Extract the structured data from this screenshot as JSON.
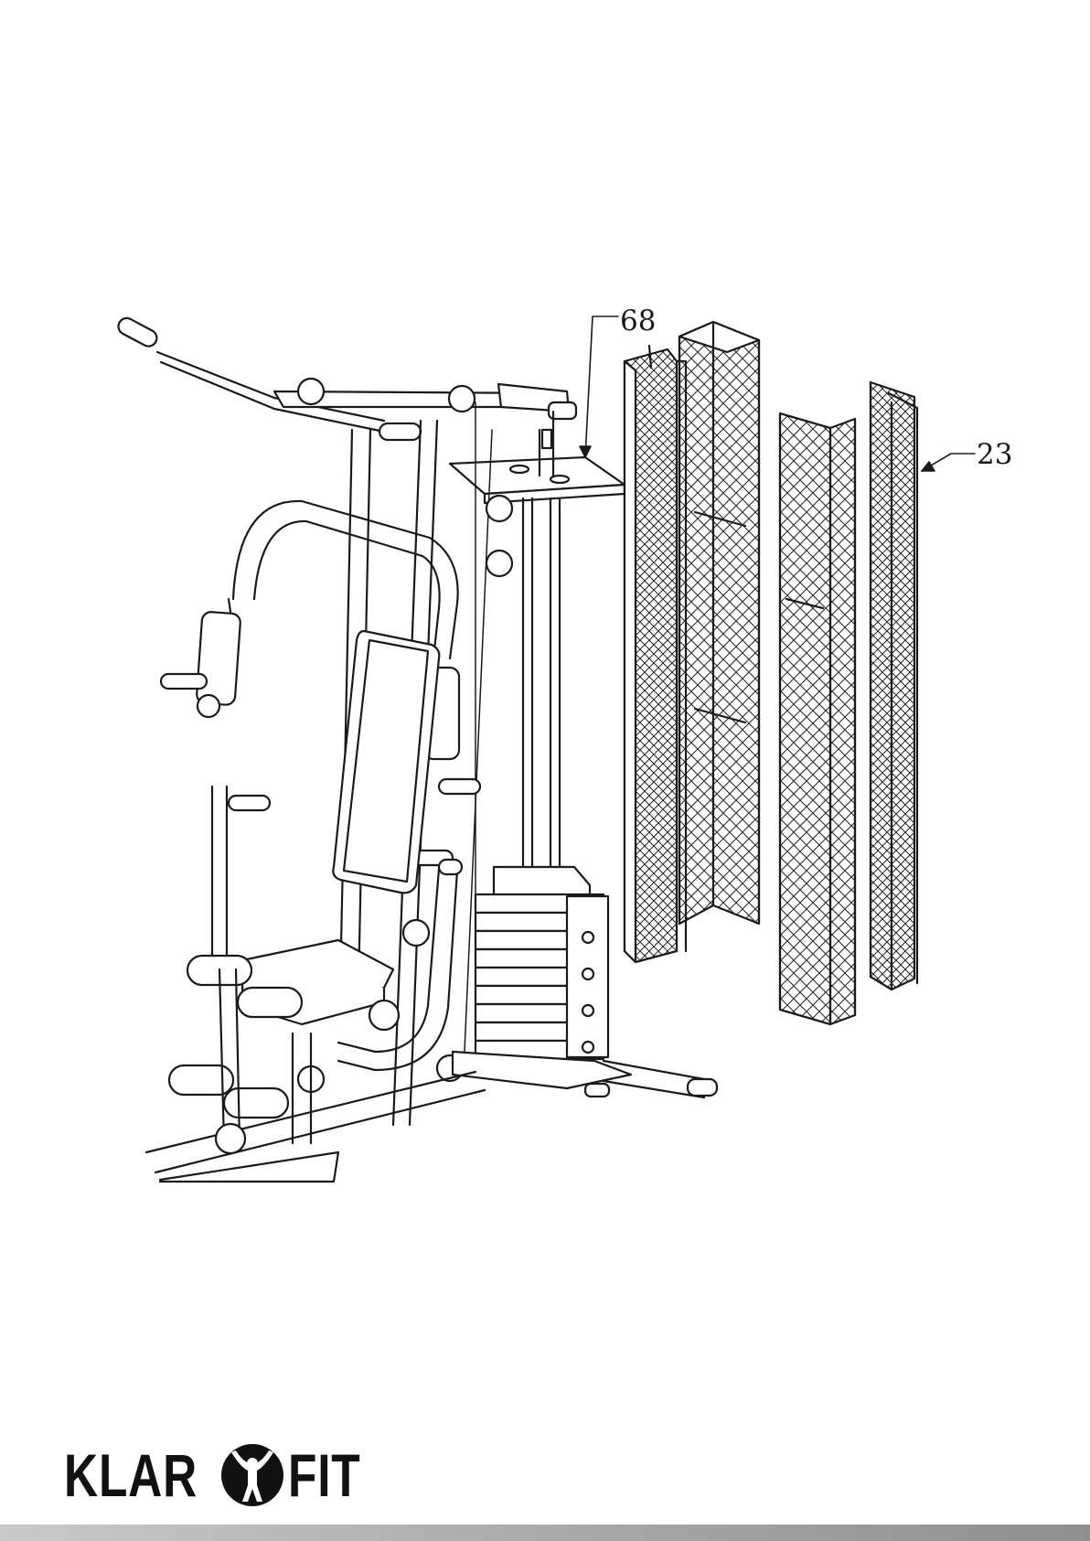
{
  "diagram": {
    "callouts": [
      {
        "id": "68",
        "label": "68"
      },
      {
        "id": "23",
        "label": "23"
      }
    ]
  },
  "brand": {
    "logo_left": "KLAR",
    "logo_right": "FIT",
    "logo_icon": "person-arms-raised-icon",
    "color": "#111111"
  },
  "footer": {
    "bar_color": "#a7a7a7"
  }
}
